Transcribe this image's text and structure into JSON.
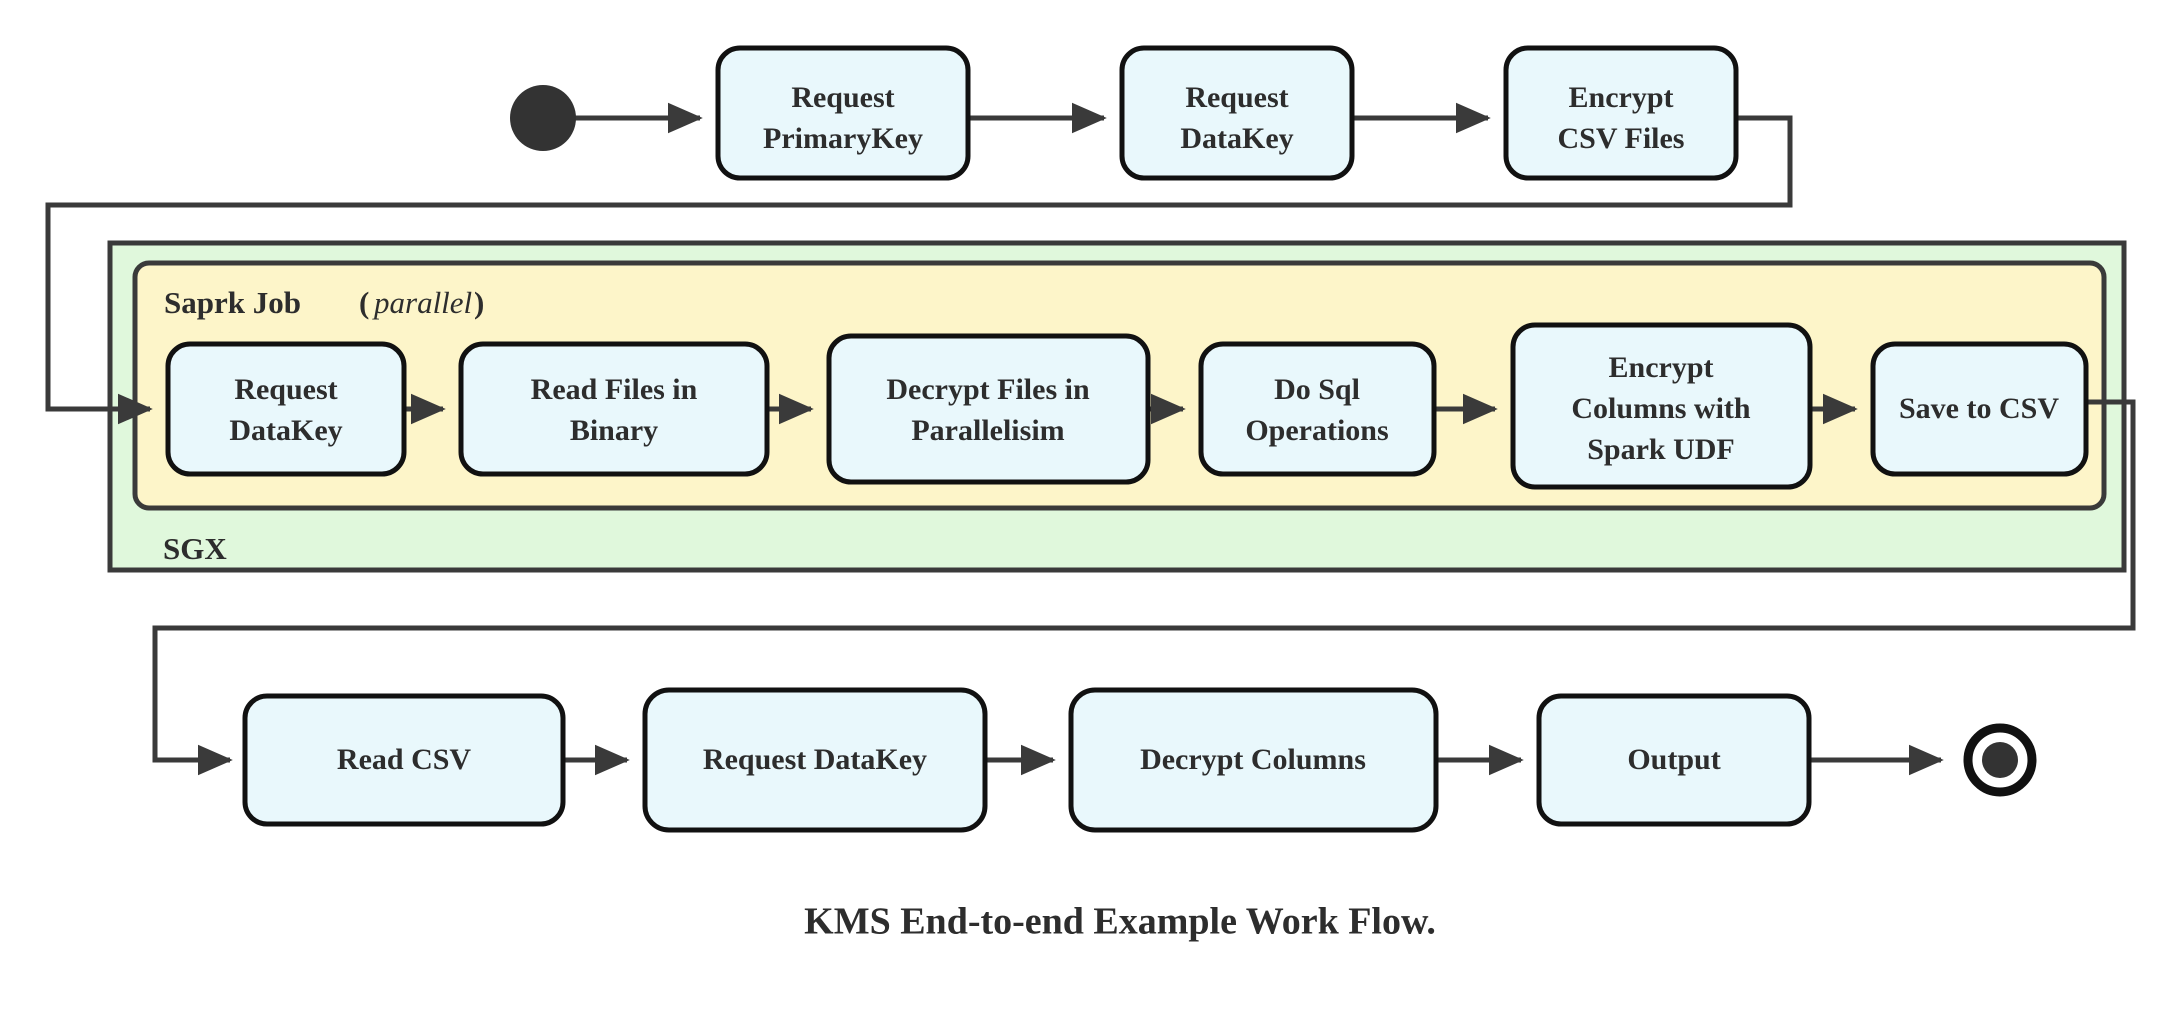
{
  "figure": {
    "caption": "KMS End-to-end Example Work Flow.",
    "title": "KMS End-to-end Example Work Flow."
  },
  "colors": {
    "node_fill": "#e9f8fc",
    "node_stroke": "#111111",
    "spark_group_fill": "#fdf5c9",
    "sgx_group_fill": "#e0f8dc",
    "group_stroke": "#3a3a3a",
    "edge": "#3a3a3a",
    "text": "#2d2d2d",
    "background": "#ffffff"
  },
  "groups": [
    {
      "id": "sgx",
      "label": "SGX",
      "label_position": "bottom-left",
      "fill": "#e0f8dc"
    },
    {
      "id": "spark-job",
      "label": "Saprk Job",
      "label_suffix_open": "(",
      "label_suffix_italic": "parallel",
      "label_suffix_close": ")",
      "label_position": "top-left",
      "fill": "#fdf5c9"
    }
  ],
  "nodes": {
    "start": {
      "type": "start-node",
      "label": ""
    },
    "end": {
      "type": "end-node",
      "label": ""
    },
    "row_top": [
      {
        "id": "request-primarykey",
        "lines": [
          "Request",
          "PrimaryKey"
        ]
      },
      {
        "id": "request-datakey-top",
        "lines": [
          "Request",
          "DataKey"
        ]
      },
      {
        "id": "encrypt-csv-files",
        "lines": [
          "Encrypt",
          "CSV Files"
        ]
      }
    ],
    "row_middle": [
      {
        "id": "request-datakey-spark",
        "lines": [
          "Request",
          "DataKey"
        ]
      },
      {
        "id": "read-files-in-binary",
        "lines": [
          "Read Files in",
          "Binary"
        ]
      },
      {
        "id": "decrypt-files-in-parallelisim",
        "lines": [
          "Decrypt Files in",
          "Parallelisim"
        ]
      },
      {
        "id": "do-sql-operations",
        "lines": [
          "Do Sql",
          "Operations"
        ]
      },
      {
        "id": "encrypt-columns-with-spark-udf",
        "lines": [
          "Encrypt",
          "Columns with",
          "Spark UDF"
        ]
      },
      {
        "id": "save-to-csv",
        "lines": [
          "Save to CSV"
        ]
      }
    ],
    "row_bottom": [
      {
        "id": "read-csv",
        "lines": [
          "Read CSV"
        ]
      },
      {
        "id": "request-datakey-bottom",
        "lines": [
          "Request DataKey"
        ]
      },
      {
        "id": "decrypt-columns",
        "lines": [
          "Decrypt Columns"
        ]
      },
      {
        "id": "output",
        "lines": [
          "Output"
        ]
      }
    ]
  },
  "flow_order": [
    "start",
    "Request PrimaryKey",
    "Request DataKey",
    "Encrypt CSV Files",
    "Request DataKey",
    "Read Files in Binary",
    "Decrypt Files in Parallelisim",
    "Do Sql Operations",
    "Encrypt Columns with Spark UDF",
    "Save to CSV",
    "Read CSV",
    "Request DataKey",
    "Decrypt Columns",
    "Output",
    "end"
  ]
}
